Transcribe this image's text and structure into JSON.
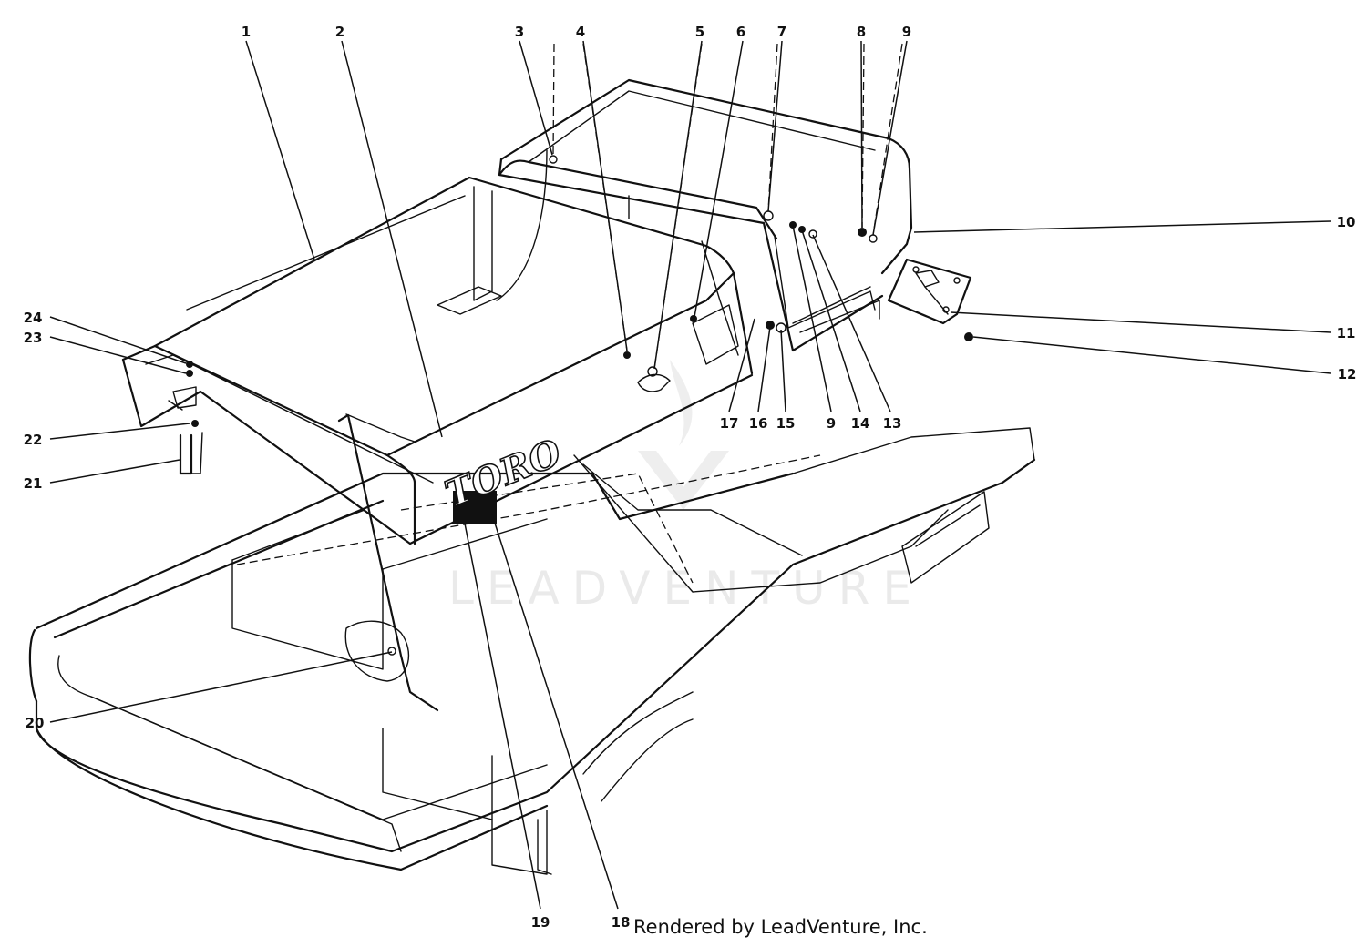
{
  "diagram": {
    "brand_decal": "TORO",
    "watermark": "LEADVENTURE",
    "credit": "Rendered by LeadVenture, Inc.",
    "callouts": [
      "1",
      "2",
      "3",
      "4",
      "5",
      "6",
      "7",
      "8",
      "9",
      "10",
      "11",
      "12",
      "13",
      "14",
      "15",
      "16",
      "17",
      "9",
      "18",
      "19",
      "20",
      "21",
      "22",
      "23",
      "24"
    ]
  }
}
